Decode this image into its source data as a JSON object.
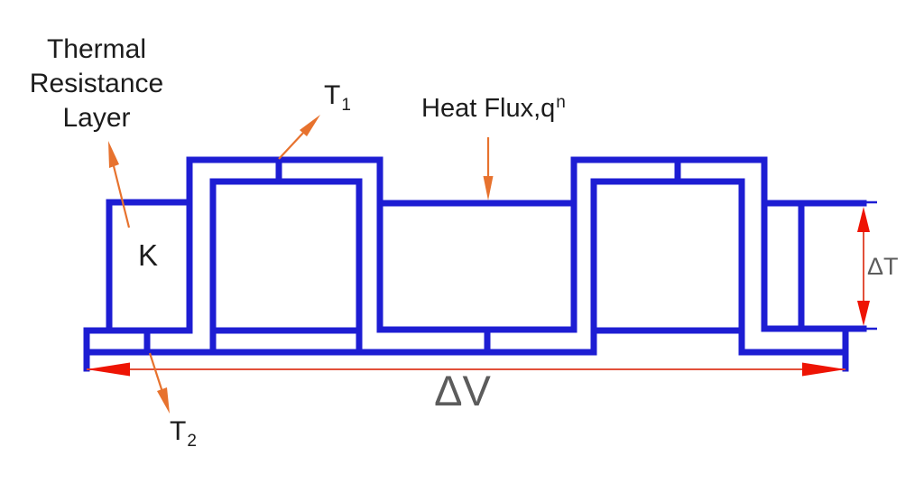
{
  "title": "Thermal resistance layer schematic diagram",
  "colors": {
    "structure_blue": "#1d1dd3",
    "annotation_orange": "#e7722e",
    "dimension_red_head": "#ee1404",
    "dimension_red_line": "#e2503a",
    "dimension_text_gray": "#5c5c5c",
    "label_text_black": "#1c1c1c",
    "background": "#ffffff"
  },
  "labels": {
    "thermal_resistance_layer": {
      "line1": "Thermal",
      "line2": "Resistance",
      "line3": "Layer"
    },
    "t1": {
      "base": "T",
      "sub": "1"
    },
    "t2": {
      "base": "T",
      "sub": "2"
    },
    "heat_flux": {
      "base": "Heat Flux,q",
      "sup": "n"
    },
    "k": "K",
    "delta_t": "ΔT",
    "delta_v": "ΔV"
  }
}
